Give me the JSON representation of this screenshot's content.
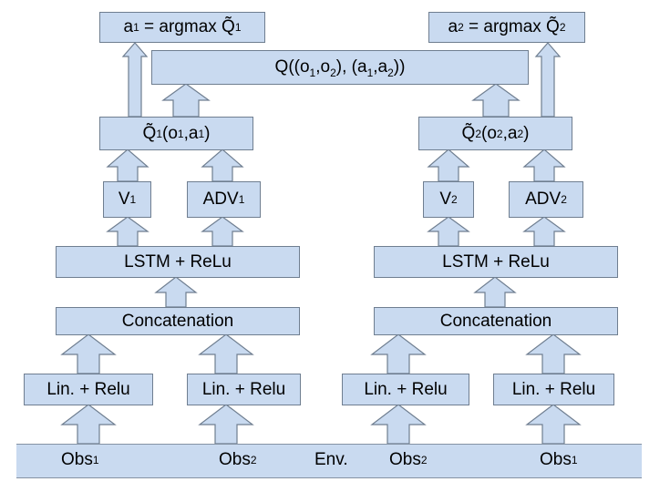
{
  "top": {
    "action_1": {
      "text": "a",
      "sub": "1",
      "rest": " = argmax Q̃",
      "rest_sub": "1"
    },
    "action_2": {
      "text": "a",
      "sub": "2",
      "rest": " = argmax Q̃",
      "rest_sub": "2"
    },
    "joint_q": "Q((o1,o2), (a1,a2))"
  },
  "left": {
    "q_tilde": {
      "pre": "Q̃",
      "sub": "1",
      "mid": "(o",
      "sub2": "1",
      "tail": ",a",
      "sub3": "1",
      "end": ")"
    },
    "value": {
      "text": "V",
      "sub": "1"
    },
    "advantage": {
      "text": "ADV",
      "sub": "1"
    },
    "lstm": "LSTM + ReLu",
    "concat": "Concatenation",
    "lin_a": "Lin. + Relu",
    "lin_b": "Lin. + Relu"
  },
  "right": {
    "q_tilde": {
      "pre": "Q̃",
      "sub": "2",
      "mid": "(o",
      "sub2": "2",
      "tail": ",a",
      "sub3": "2",
      "end": ")"
    },
    "value": {
      "text": "V",
      "sub": "2"
    },
    "advantage": {
      "text": "ADV",
      "sub": "2"
    },
    "lstm": "LSTM + ReLu",
    "concat": "Concatenation",
    "lin_a": "Lin. + Relu",
    "lin_b": "Lin. + Relu"
  },
  "env": {
    "obs_a": {
      "text": "Obs",
      "sub": "1"
    },
    "obs_b": {
      "text": "Obs",
      "sub": "2"
    },
    "label": "Env.",
    "obs_c": {
      "text": "Obs",
      "sub": "2"
    },
    "obs_d": {
      "text": "Obs",
      "sub": "1"
    }
  },
  "colors": {
    "box_fill": "#c9daf0",
    "box_border": "#6f7e90",
    "arrow_fill": "#c9daf0",
    "arrow_stroke": "#6f7e90"
  }
}
